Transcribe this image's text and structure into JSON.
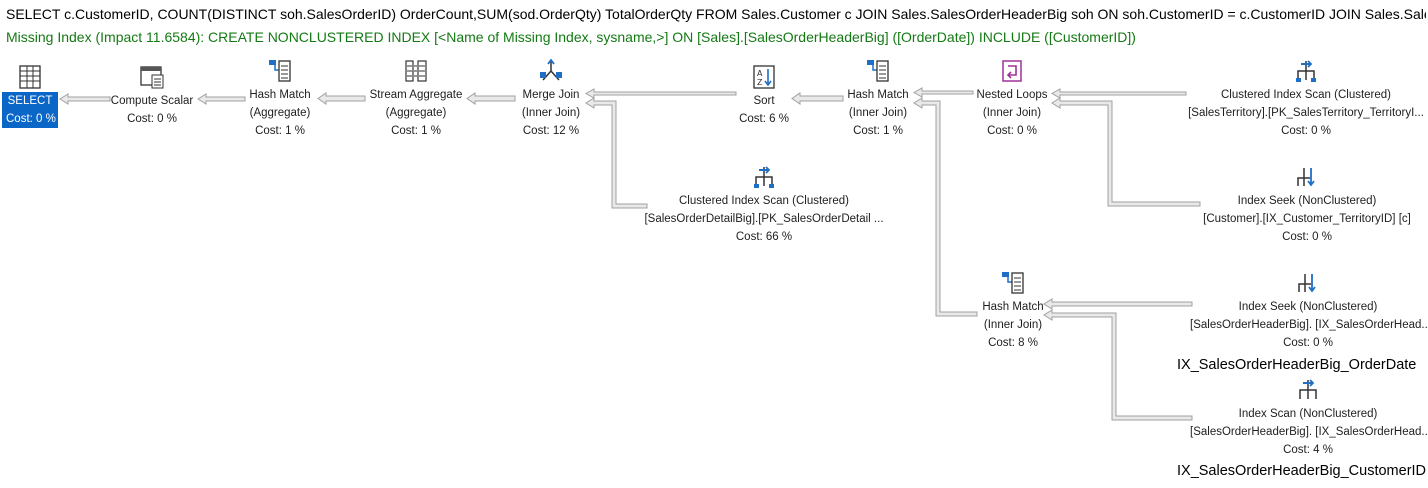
{
  "query_text": "SELECT c.CustomerID, COUNT(DISTINCT soh.SalesOrderID) OrderCount,SUM(sod.OrderQty) TotalOrderQty FROM Sales.Customer c JOIN Sales.SalesOrderHeaderBig soh ON soh.CustomerID = c.CustomerID JOIN Sales.SalesOrd",
  "missing_index": "Missing Index (Impact 11.6584): CREATE NONCLUSTERED INDEX [<Name of Missing Index, sysname,>] ON [Sales].[SalesOrderHeaderBig] ([OrderDate]) INCLUDE ([CustomerID])",
  "colors": {
    "select_highlight": "#0a67c8",
    "missing_index_text": "#147a14",
    "arrow_fill": "#e9e9e9",
    "arrow_stroke": "#a0a0a0"
  },
  "nodes": {
    "select": {
      "icon": "select-grid-icon",
      "line1": "SELECT",
      "line2": "Cost: 0 %"
    },
    "compute_scalar": {
      "icon": "compute-scalar-icon",
      "line1": "Compute Scalar",
      "line2": "Cost: 0 %"
    },
    "hash_match_agg": {
      "icon": "hash-match-icon",
      "line1": "Hash Match",
      "line2": "(Aggregate)",
      "line3": "Cost: 1 %"
    },
    "stream_agg": {
      "icon": "stream-aggregate-icon",
      "line1": "Stream Aggregate",
      "line2": "(Aggregate)",
      "line3": "Cost: 1 %"
    },
    "merge_join": {
      "icon": "merge-join-icon",
      "line1": "Merge Join",
      "line2": "(Inner Join)",
      "line3": "Cost: 12 %"
    },
    "sort": {
      "icon": "sort-icon",
      "line1": "Sort",
      "line2": "Cost: 6 %"
    },
    "hash_match_join": {
      "icon": "hash-match-icon",
      "line1": "Hash Match",
      "line2": "(Inner Join)",
      "line3": "Cost: 1 %"
    },
    "nested_loops": {
      "icon": "nested-loops-icon",
      "line1": "Nested Loops",
      "line2": "(Inner Join)",
      "line3": "Cost: 0 %"
    },
    "ci_scan_territory": {
      "icon": "clustered-index-scan-icon",
      "line1": "Clustered Index Scan (Clustered)",
      "line2": "[SalesTerritory].[PK_SalesTerritory_TerritoryI...",
      "line3": "Cost: 0 %"
    },
    "ci_scan_detail": {
      "icon": "clustered-index-scan-icon",
      "line1": "Clustered Index Scan (Clustered)",
      "line2": "[SalesOrderDetailBig].[PK_SalesOrderDetail ...",
      "line3": "Cost: 66 %"
    },
    "index_seek_customer": {
      "icon": "index-seek-icon",
      "line1": "Index Seek (NonClustered)",
      "line2": "[Customer].[IX_Customer_TerritoryID] [c]",
      "line3": "Cost: 0 %"
    },
    "hash_match_join2": {
      "icon": "hash-match-icon",
      "line1": "Hash Match",
      "line2": "(Inner Join)",
      "line3": "Cost: 8 %"
    },
    "index_seek_header": {
      "icon": "index-seek-icon",
      "line1": "Index Seek (NonClustered)",
      "line2": "[SalesOrderHeaderBig]. [IX_SalesOrderHead...",
      "line3": "Cost: 0 %"
    },
    "index_scan_header": {
      "icon": "index-scan-icon",
      "line1": "Index Scan (NonClustered)",
      "line2": "[SalesOrderHeaderBig]. [IX_SalesOrderHead...",
      "line3": "Cost: 4 %"
    }
  },
  "index_labels": {
    "order_date": "IX_SalesOrderHeaderBig_OrderDate",
    "customer_id": "IX_SalesOrderHeaderBig_CustomerID"
  }
}
